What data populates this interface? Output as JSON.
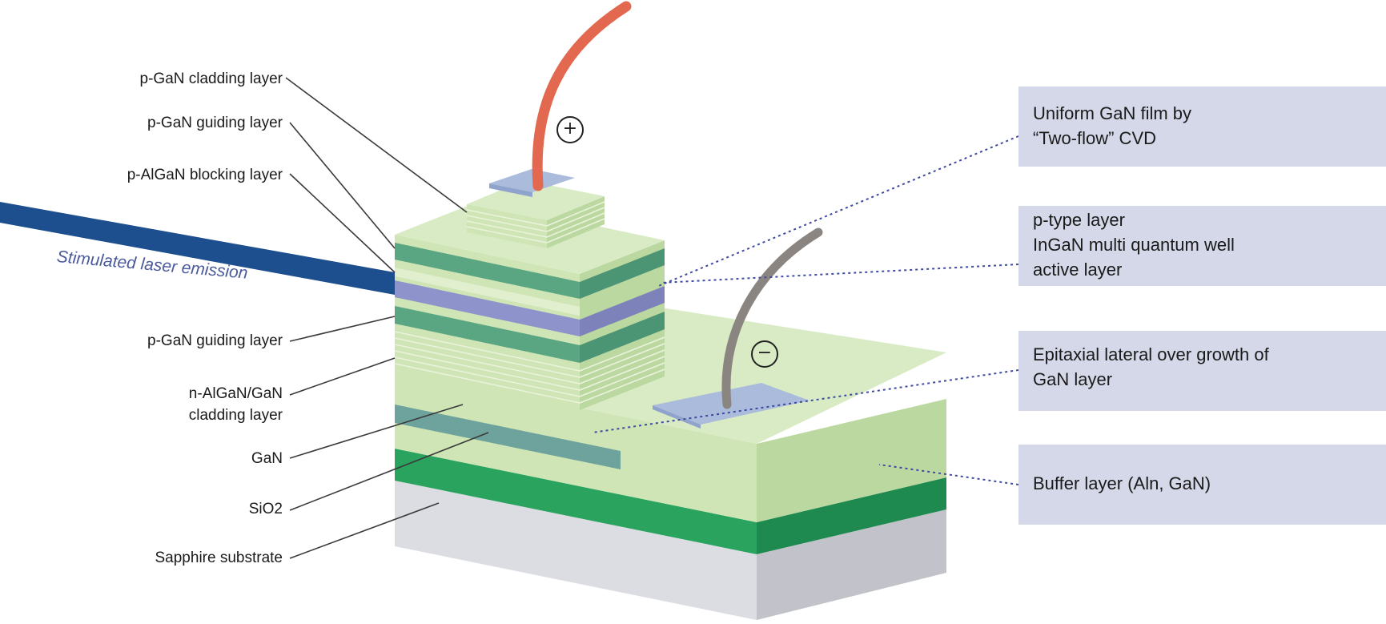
{
  "labels_left": [
    {
      "id": "p-gan-cladding",
      "text": "p-GaN cladding layer"
    },
    {
      "id": "p-gan-guiding-top",
      "text": "p-GaN guiding layer"
    },
    {
      "id": "p-algan-blocking",
      "text": "p-AlGaN blocking layer"
    },
    {
      "id": "p-gan-guiding-bottom",
      "text": "p-GaN guiding layer"
    },
    {
      "id": "n-algan-cladding-1",
      "text": "n-AlGaN/GaN"
    },
    {
      "id": "n-algan-cladding-2",
      "text": "cladding layer"
    },
    {
      "id": "gan",
      "text": "GaN"
    },
    {
      "id": "sio2",
      "text": "SiO2"
    },
    {
      "id": "sapphire",
      "text": "Sapphire substrate"
    }
  ],
  "emission_label": "Stimulated laser emission",
  "boxes_right": [
    {
      "id": "uniform-gan",
      "text": "Uniform GaN film by\n    “Two-flow” CVD"
    },
    {
      "id": "p-type-ingan",
      "text": "p-type layer\nInGaN multi quantum well\nactive layer"
    },
    {
      "id": "elog",
      "text": "Epitaxial lateral over growth of\nGaN layer"
    },
    {
      "id": "buffer",
      "text": "Buffer layer (Aln, GaN)"
    }
  ],
  "signs": {
    "positive": "+",
    "negative": "−"
  },
  "colors": {
    "light_green": "#cfe5b5",
    "dark_green": "#5aa683",
    "bright_green": "#2aa35f",
    "purple": "#8f93cc",
    "light_blue": "#aabbdc",
    "gray_substrate": "#dcdde2",
    "laser_blue": "#1d4f8e",
    "positive_wire": "#e2694f",
    "negative_wire": "#8a8580",
    "box_fill": "#d4d8e8"
  }
}
